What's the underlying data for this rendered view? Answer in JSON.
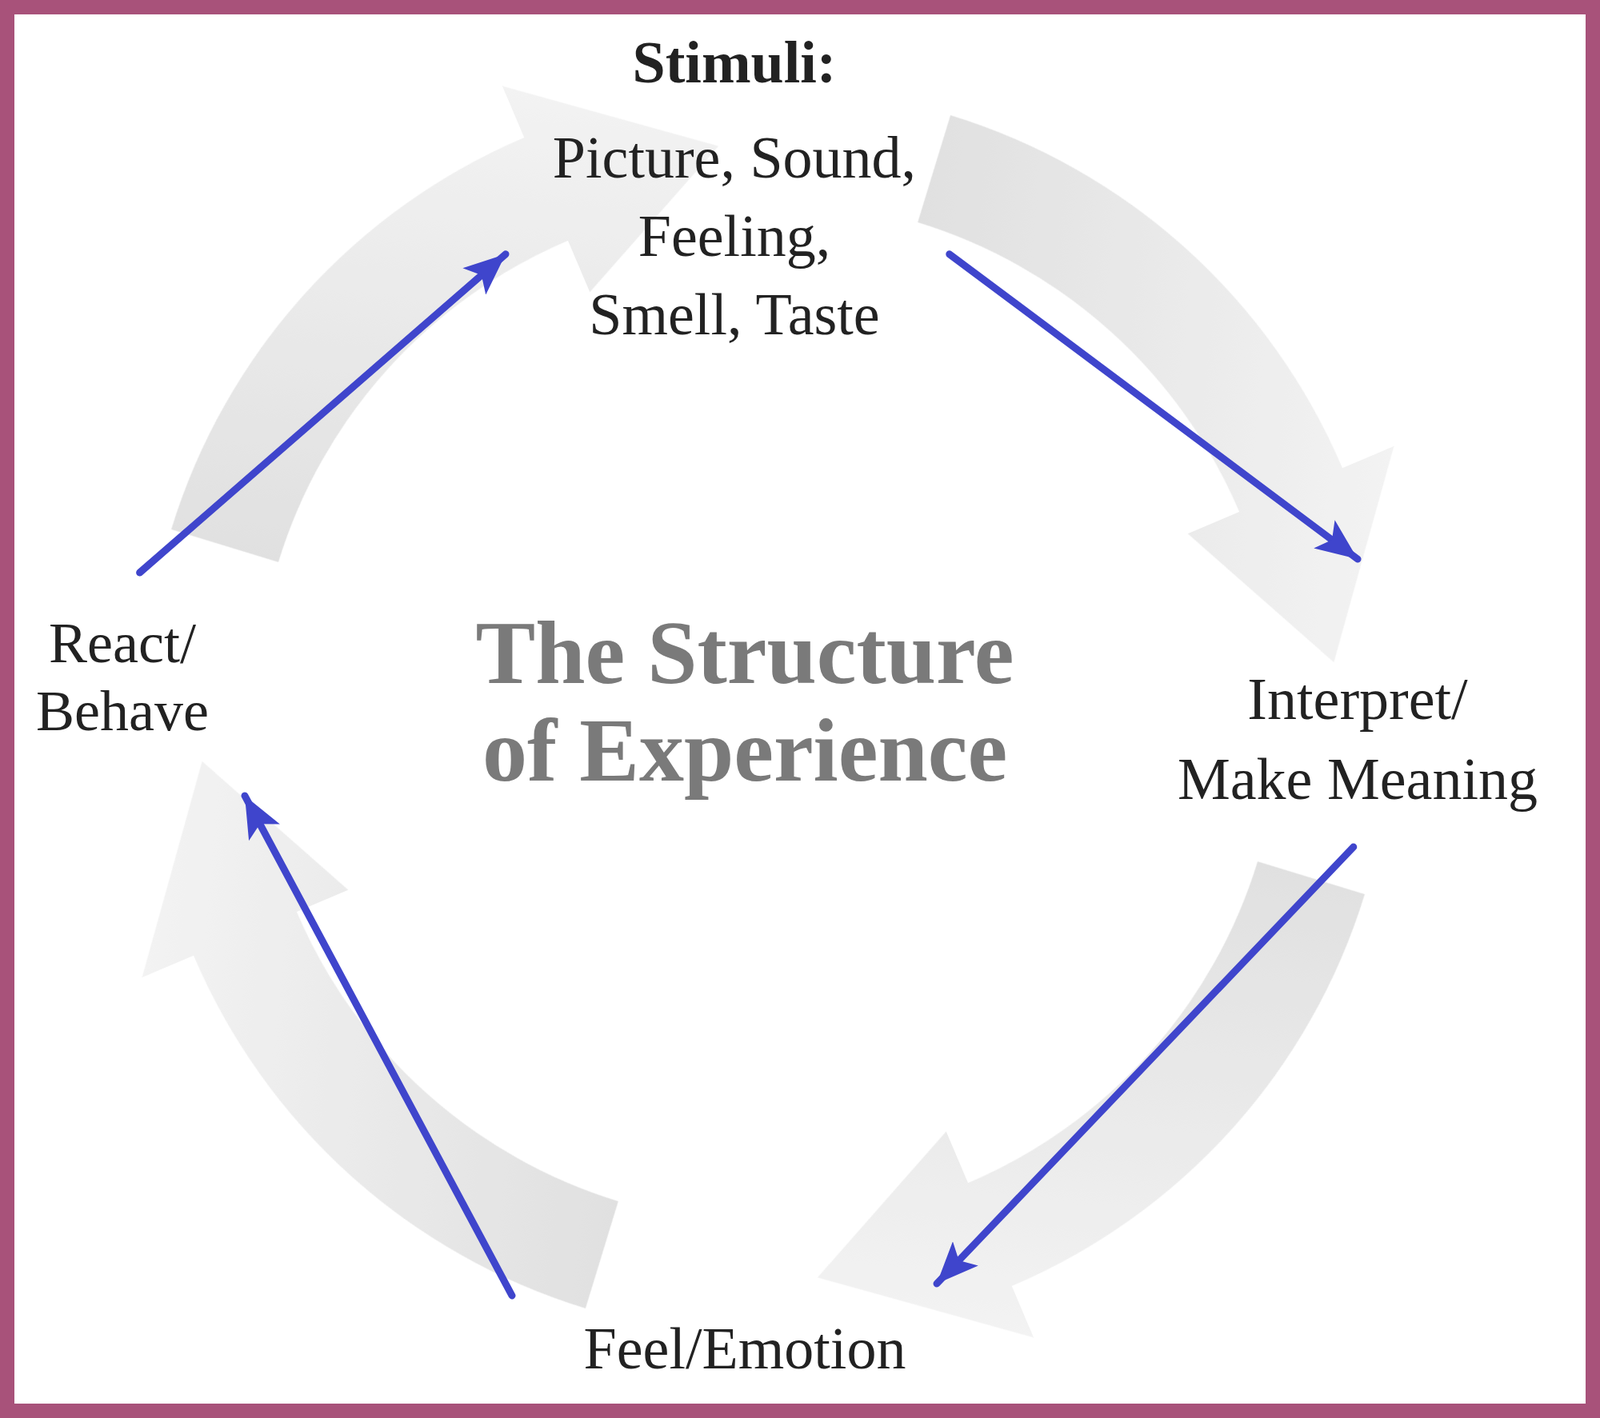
{
  "diagram": {
    "title": "The Structure of Experience",
    "nodes": [
      {
        "text": [
          "Stimuli:",
          "Picture, Sound, Feeling, Smell, Taste"
        ]
      },
      {
        "text": [
          "Interpret/ Make Meaning"
        ]
      },
      {
        "text": [
          "Feel/Emotion"
        ]
      },
      {
        "text": [
          "React/ Behave"
        ]
      }
    ],
    "edges": [
      {
        "from": 0,
        "to": 1,
        "arrow": "to"
      },
      {
        "from": 1,
        "to": 2,
        "arrow": "to"
      },
      {
        "from": 2,
        "to": 3,
        "arrow": "to"
      },
      {
        "from": 3,
        "to": 0,
        "arrow": "to"
      }
    ]
  }
}
